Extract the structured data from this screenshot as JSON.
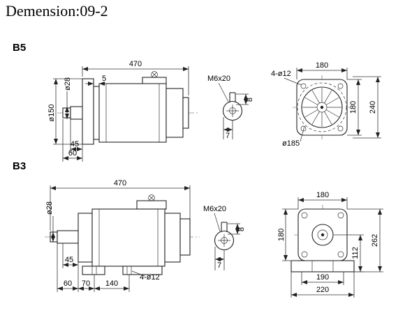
{
  "title": "Demension:09-2",
  "b5": {
    "label": "B5",
    "side": {
      "total_length": "470",
      "flange_thickness": "5",
      "shaft_diameter": "ø28",
      "flange_diameter": "ø150",
      "shaft_usable_length": "45",
      "shaft_length": "60"
    },
    "shaft_end": {
      "tap_label": "M6x20",
      "key_width": "7",
      "key_height": "8"
    },
    "front": {
      "width": "180",
      "mounting_holes": "4-ø12",
      "bolt_spacing": "180",
      "overall_height": "240",
      "spigot_diameter": "ø185"
    }
  },
  "b3": {
    "label": "B3",
    "side": {
      "total_length": "470",
      "shaft_diameter": "ø28",
      "shaft_usable_length": "45",
      "dim_60": "60",
      "dim_70": "70",
      "foot_hole_spacing": "140",
      "foot_holes": "4-ø12"
    },
    "shaft_end": {
      "tap_label": "M6x20",
      "key_width": "7",
      "key_height": "8"
    },
    "front": {
      "width": "180",
      "body_height": "180",
      "shaft_height": "112",
      "overall_height": "262",
      "foot_hole_span": "190",
      "base_width": "220"
    }
  }
}
